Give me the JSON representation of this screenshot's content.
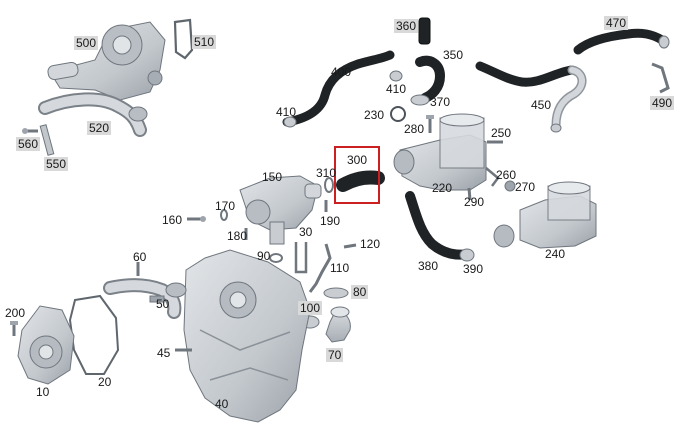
{
  "colors": {
    "part_fill": "#c9cdd1",
    "part_shade": "#9ea4ab",
    "part_edge": "#6f767e",
    "hose_fill": "#1f2326",
    "hose_edge": "#0e1012",
    "label_bg": "#d9d9d9",
    "highlight": "#cc1f1f"
  },
  "labels": {
    "p10": "10",
    "p20": "20",
    "p30": "30",
    "p40": "40",
    "p45": "45",
    "p50": "50",
    "p60": "60",
    "p70": "70",
    "p80": "80",
    "p90": "90",
    "p100": "100",
    "p110": "110",
    "p120": "120",
    "p150": "150",
    "p160": "160",
    "p170": "170",
    "p180": "180",
    "p190": "190",
    "p200": "200",
    "p220": "220",
    "p230": "230",
    "p240": "240",
    "p250": "250",
    "p260": "260",
    "p270": "270",
    "p280": "280",
    "p290": "290",
    "p300": "300",
    "p310": "310",
    "p350": "350",
    "p360": "360",
    "p370": "370",
    "p380": "380",
    "p390": "390",
    "p400": "400",
    "p410a": "410",
    "p410b": "410",
    "p450": "450",
    "p470": "470",
    "p490": "490",
    "p500": "500",
    "p510": "510",
    "p520": "520",
    "p550": "550",
    "p560": "560"
  },
  "highlighted_part": "300"
}
